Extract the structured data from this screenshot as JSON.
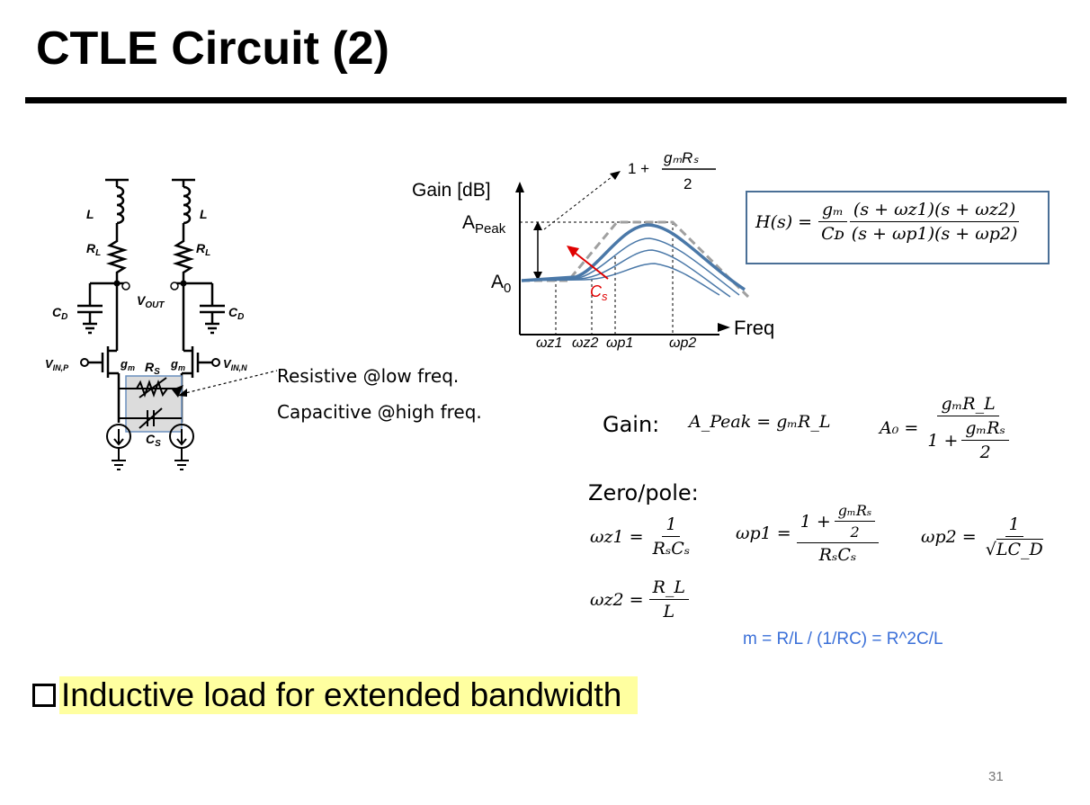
{
  "title": "CTLE Circuit (2)",
  "circuit": {
    "L_left": "L",
    "L_right": "L",
    "RL_left": "R",
    "RL_right": "R",
    "RL_sub": "L",
    "vout": "V",
    "vout_sub": "OUT",
    "cd_left": "C",
    "cd_right": "C",
    "cd_sub": "D",
    "vinp": "V",
    "vinp_sub": "IN,P",
    "vinn": "V",
    "vinn_sub": "IN,N",
    "gm_left": "g",
    "gm_right": "g",
    "gm_sub": "m",
    "rs": "R",
    "rs_sub": "S",
    "cs": "C",
    "cs_sub": "S"
  },
  "notes": {
    "resistive": "Resistive @low freq.",
    "capacitive": "Capacitive @high freq."
  },
  "plot": {
    "ylabel": "Gain [dB]",
    "apeak": "A",
    "apeak_sub": "Peak",
    "a0": "A",
    "a0_sub": "0",
    "xlabel": "Freq",
    "cs_label": "C",
    "cs_sub": "s",
    "arrow_label_one": "1 +",
    "arrow_num": "gₘRₛ",
    "arrow_den": "2",
    "ticks": [
      "ωz1",
      "ωz2",
      "ωp1",
      "ωp2"
    ]
  },
  "transfer": {
    "lhs": "H(s) =",
    "num_a": "gₘ",
    "den_a": "Cᴅ",
    "num_b": "(s + ωz1)(s + ωz2)",
    "den_b": "(s + ωp1)(s + ωp2)"
  },
  "gain": {
    "label": "Gain:",
    "apeak_expr": "A_Peak = gₘR_L",
    "a0_lhs": "A₀ =",
    "a0_num": "gₘR_L",
    "a0_den_one": "1 +",
    "a0_den_num": "gₘRₛ",
    "a0_den_den": "2"
  },
  "zeropole": {
    "label": "Zero/pole:",
    "wz1_lhs": "ωz1 =",
    "wz1_num": "1",
    "wz1_den": "RₛCₛ",
    "wp1_lhs": "ωp1 =",
    "wp1_num_one": "1 +",
    "wp1_num_num": "gₘRₛ",
    "wp1_num_den": "2",
    "wp1_den": "RₛCₛ",
    "wp2_lhs": "ωp2 =",
    "wp2_num": "1",
    "wp2_den": "LC_D",
    "wz2_lhs": "ωz2 =",
    "wz2_num": "R_L",
    "wz2_den": "L"
  },
  "m_note": "m = R/L / (1/RC) = R^2C/L",
  "bullet": "Inductive load for extended bandwidth",
  "page_number": "31",
  "colors": {
    "curve": "#4a78a8",
    "dashed": "#a0a0a0",
    "cs_arrow": "#e00000",
    "note": "#3a6fd8",
    "highlight": "#ffffa0",
    "box": "#4a6f96"
  }
}
